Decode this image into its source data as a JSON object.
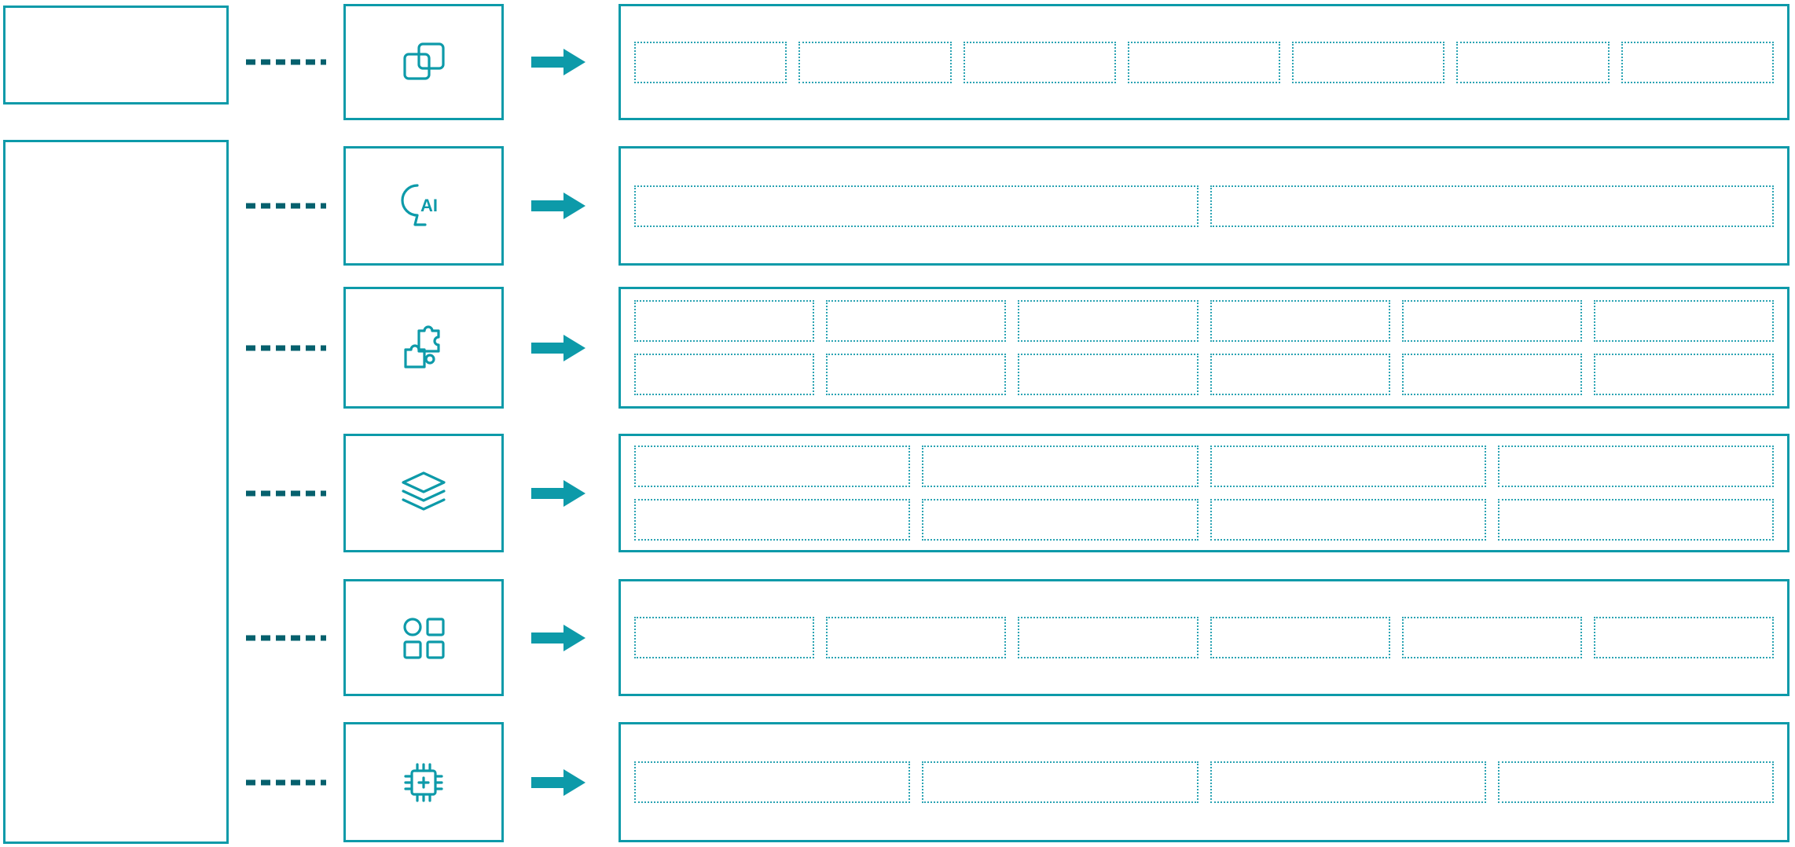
{
  "palette": {
    "primary": "#0d9aa9",
    "connector_dark": "#05606d",
    "placeholder_border": "#2aa3b3",
    "background": "#ffffff"
  },
  "rows": [
    {
      "icon": "overlap-squares-icon",
      "icon_label": "",
      "placeholder_rows": 1,
      "placeholder_cols": 7
    },
    {
      "icon": "ai-head-icon",
      "icon_label": "AI",
      "placeholder_rows": 1,
      "placeholder_cols": 2
    },
    {
      "icon": "puzzle-icon",
      "icon_label": "",
      "placeholder_rows": 2,
      "placeholder_cols": 6
    },
    {
      "icon": "layers-icon",
      "icon_label": "",
      "placeholder_rows": 2,
      "placeholder_cols": 4
    },
    {
      "icon": "app-grid-icon",
      "icon_label": "",
      "placeholder_rows": 1,
      "placeholder_cols": 6
    },
    {
      "icon": "chip-plus-icon",
      "icon_label": "",
      "placeholder_rows": 1,
      "placeholder_cols": 4
    }
  ]
}
